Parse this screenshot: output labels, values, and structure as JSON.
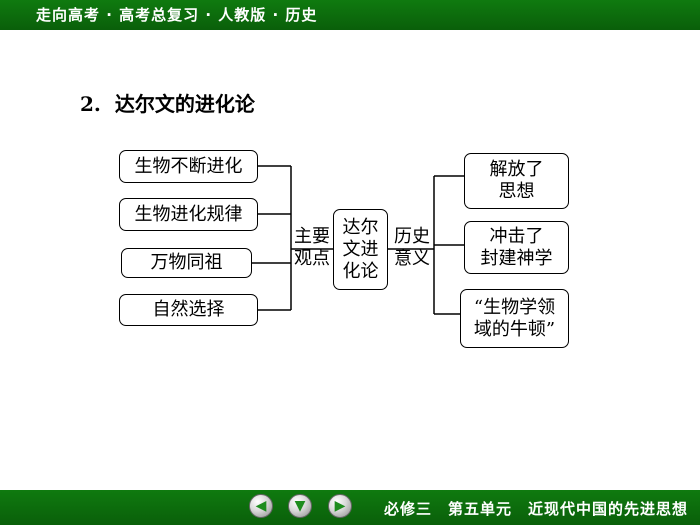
{
  "header": {
    "title": "走向高考 · 高考总复习 · 人教版 · 历史"
  },
  "heading": {
    "number": "2.",
    "text": "达尔文的进化论"
  },
  "diagram": {
    "viewpoints": [
      "生物不断进化",
      "生物进化规律",
      "万物同祖",
      "自然选择"
    ],
    "viewpoints_label": [
      "主要",
      "观点"
    ],
    "center": [
      "达尔",
      "文进",
      "化论"
    ],
    "significance_label": [
      "历史",
      "意义"
    ],
    "significance": [
      [
        "解放了",
        "思想"
      ],
      [
        "冲击了",
        "封建神学"
      ],
      [
        "“生物学领",
        "域的牛顿”"
      ]
    ]
  },
  "footer": {
    "nav": {
      "prev": "◀",
      "down": "▼",
      "next": "▶"
    },
    "text": "必修三　第五单元　近现代中国的先进思想"
  }
}
